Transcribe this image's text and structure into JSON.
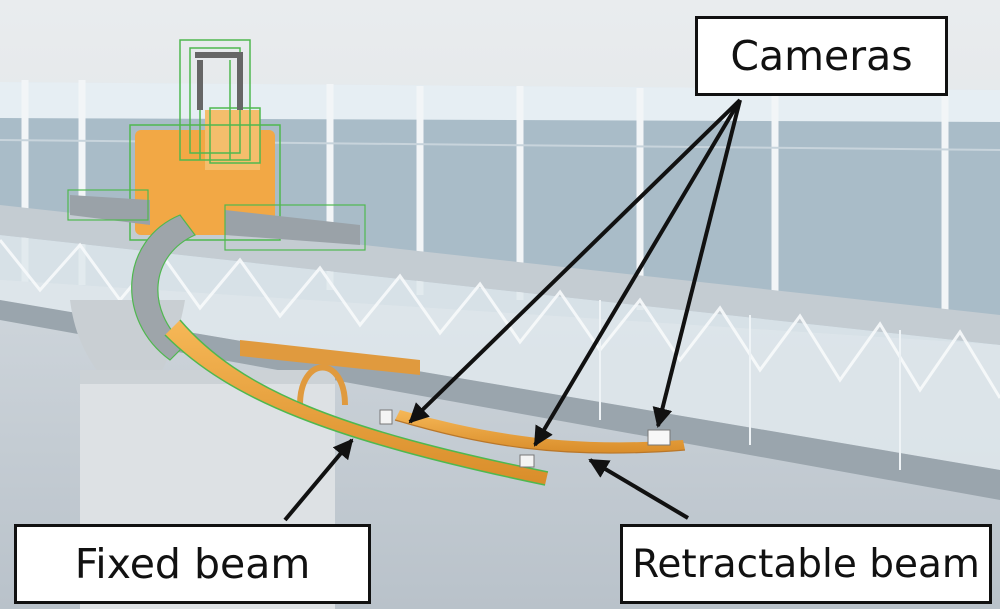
{
  "labels": {
    "cameras": "Cameras",
    "fixed_beam": "Fixed beam",
    "retractable_beam": "Retractable beam"
  },
  "colors": {
    "beam_orange": "#f0a640",
    "wireframe_green": "#4fb84f",
    "girder_grey": "#c6ced4",
    "glass_panel": "#aec0cc",
    "label_border": "#111111",
    "arrow": "#111111"
  },
  "icons": {
    "arrow": "arrow-icon"
  }
}
